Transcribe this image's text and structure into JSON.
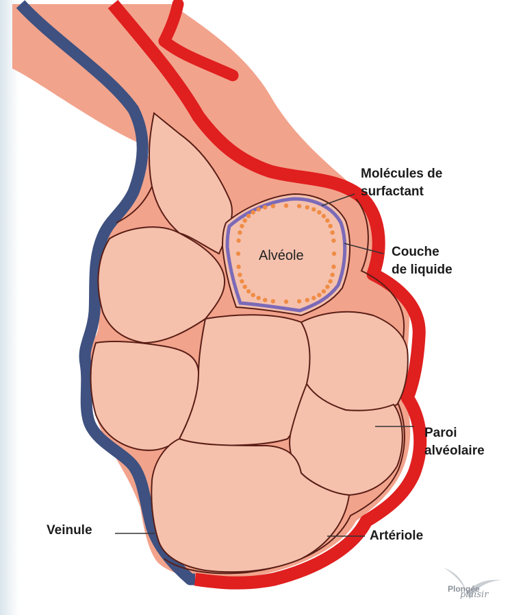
{
  "labels": {
    "surfactant_line1": "Molécules de",
    "surfactant_line2": "surfactant",
    "liquid_line1": "Couche",
    "liquid_line2": "de liquide",
    "alveolus": "Alvéole",
    "wall_line1": "Paroi",
    "wall_line2": "alvéolaire",
    "venule": "Veinule",
    "arteriole": "Artériole"
  },
  "logo": {
    "name": "Plongée",
    "sub": "plaisir"
  },
  "colors": {
    "tissue": "#f2a38c",
    "alveolus": "#f5c1ad",
    "artery": "#e01f1f",
    "vein": "#3e5180",
    "outline": "#5a1e16",
    "liquid_layer": "#7b6ab8",
    "surfactant": "#ef8c45"
  }
}
